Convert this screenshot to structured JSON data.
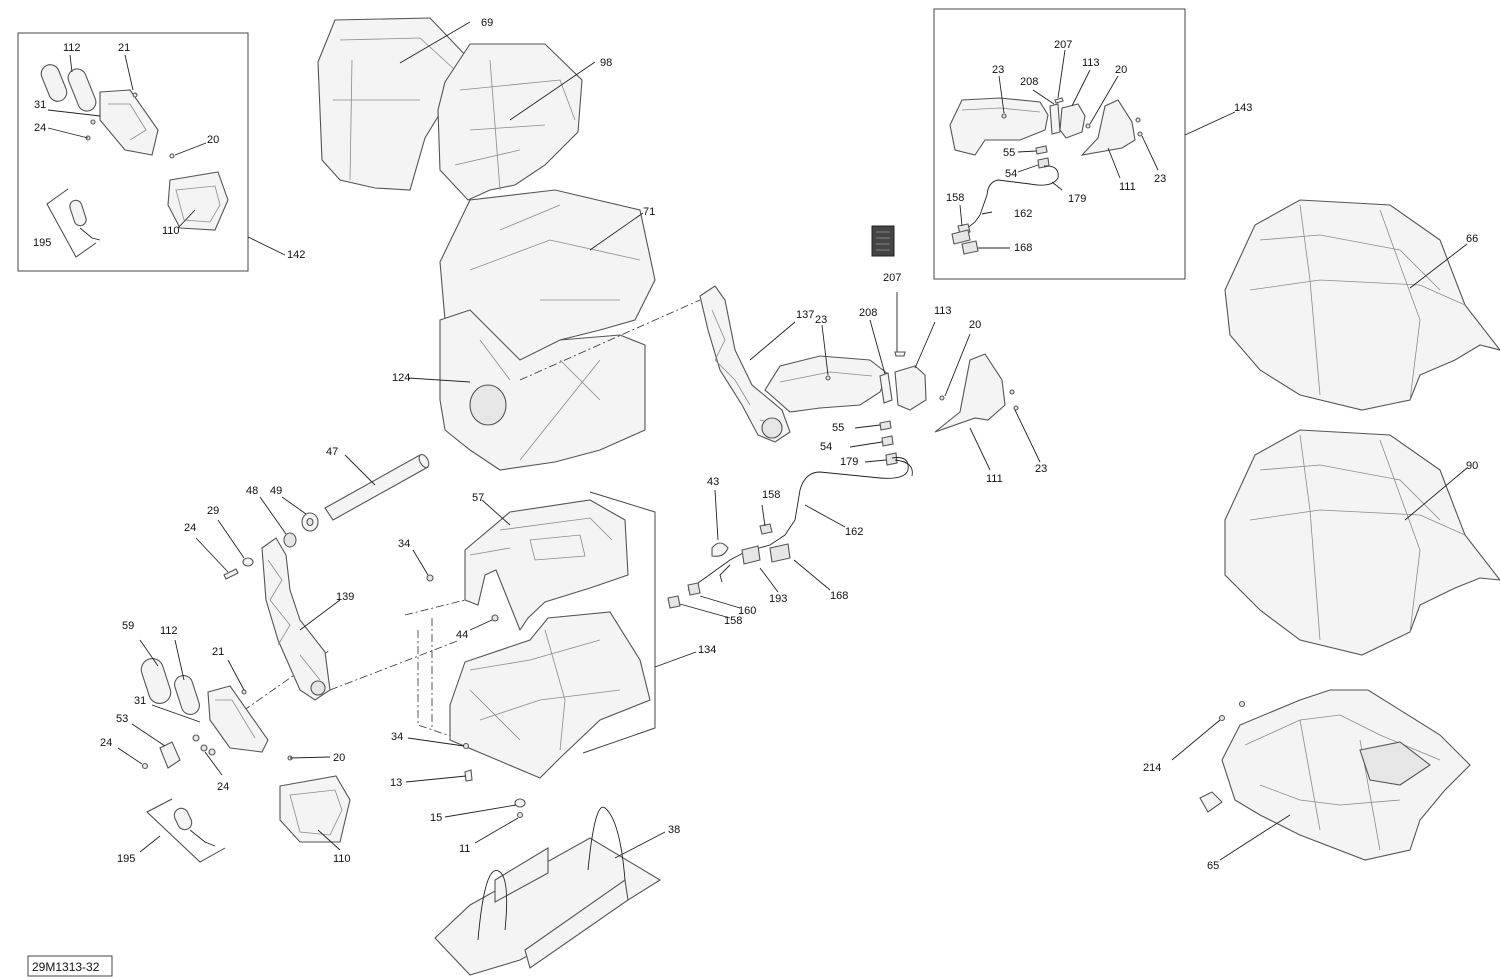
{
  "figure_code": "29M1313-32",
  "callouts": [
    {
      "id": "c69",
      "text": "69"
    },
    {
      "id": "c98",
      "text": "98"
    },
    {
      "id": "c71",
      "text": "71"
    },
    {
      "id": "c124",
      "text": "124"
    },
    {
      "id": "c47",
      "text": "47"
    },
    {
      "id": "c49",
      "text": "49"
    },
    {
      "id": "c48",
      "text": "48"
    },
    {
      "id": "c29",
      "text": "29"
    },
    {
      "id": "c24a",
      "text": "24"
    },
    {
      "id": "c34a",
      "text": "34"
    },
    {
      "id": "c57",
      "text": "57"
    },
    {
      "id": "c139",
      "text": "139"
    },
    {
      "id": "c44",
      "text": "44"
    },
    {
      "id": "c134",
      "text": "134"
    },
    {
      "id": "c59",
      "text": "59"
    },
    {
      "id": "c112b",
      "text": "112"
    },
    {
      "id": "c21b",
      "text": "21"
    },
    {
      "id": "c31b",
      "text": "31"
    },
    {
      "id": "c53",
      "text": "53"
    },
    {
      "id": "c24b",
      "text": "24"
    },
    {
      "id": "c24c",
      "text": "24"
    },
    {
      "id": "c20c",
      "text": "20"
    },
    {
      "id": "c34b",
      "text": "34"
    },
    {
      "id": "c13",
      "text": "13"
    },
    {
      "id": "c15",
      "text": "15"
    },
    {
      "id": "c11",
      "text": "11"
    },
    {
      "id": "c110b",
      "text": "110"
    },
    {
      "id": "c195b",
      "text": "195"
    },
    {
      "id": "c38",
      "text": "38"
    },
    {
      "id": "c112a",
      "text": "112"
    },
    {
      "id": "c21a",
      "text": "21"
    },
    {
      "id": "c31a",
      "text": "31"
    },
    {
      "id": "c24d",
      "text": "24"
    },
    {
      "id": "c20a",
      "text": "20"
    },
    {
      "id": "c195a",
      "text": "195"
    },
    {
      "id": "c110a",
      "text": "110"
    },
    {
      "id": "c142",
      "text": "142"
    },
    {
      "id": "c137",
      "text": "137"
    },
    {
      "id": "c23a",
      "text": "23"
    },
    {
      "id": "c208a",
      "text": "208"
    },
    {
      "id": "c207a",
      "text": "207"
    },
    {
      "id": "c113a",
      "text": "113"
    },
    {
      "id": "c20b",
      "text": "20"
    },
    {
      "id": "c55a",
      "text": "55"
    },
    {
      "id": "c54a",
      "text": "54"
    },
    {
      "id": "c179a",
      "text": "179"
    },
    {
      "id": "c111a",
      "text": "111"
    },
    {
      "id": "c23b",
      "text": "23"
    },
    {
      "id": "c43",
      "text": "43"
    },
    {
      "id": "c158a",
      "text": "158"
    },
    {
      "id": "c162a",
      "text": "162"
    },
    {
      "id": "c193",
      "text": "193"
    },
    {
      "id": "c168a",
      "text": "168"
    },
    {
      "id": "c160",
      "text": "160"
    },
    {
      "id": "c158b",
      "text": "158"
    },
    {
      "id": "c207b",
      "text": "207"
    },
    {
      "id": "c208b",
      "text": "208"
    },
    {
      "id": "c113b",
      "text": "113"
    },
    {
      "id": "c23c",
      "text": "23"
    },
    {
      "id": "c20d",
      "text": "20"
    },
    {
      "id": "c55b",
      "text": "55"
    },
    {
      "id": "c54b",
      "text": "54"
    },
    {
      "id": "c179b",
      "text": "179"
    },
    {
      "id": "c111b",
      "text": "111"
    },
    {
      "id": "c23d",
      "text": "23"
    },
    {
      "id": "c158c",
      "text": "158"
    },
    {
      "id": "c162b",
      "text": "162"
    },
    {
      "id": "c168b",
      "text": "168"
    },
    {
      "id": "c143",
      "text": "143"
    },
    {
      "id": "c66",
      "text": "66"
    },
    {
      "id": "c90",
      "text": "90"
    },
    {
      "id": "c214",
      "text": "214"
    },
    {
      "id": "c65",
      "text": "65"
    }
  ]
}
